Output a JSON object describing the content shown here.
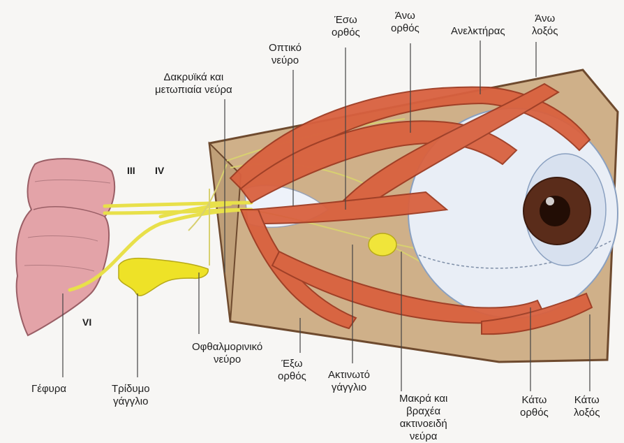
{
  "labels": {
    "eso_orthos": "Έσω\nορθός",
    "ano_orthos": "Άνω\nορθός",
    "anelktiras": "Ανελκτήρας",
    "ano_loxos": "Άνω\nλοξός",
    "optiko_neuro": "Οπτικό\nνεύρο",
    "dakryika": "Δακρυϊκά και\nμετωπιαία νεύρα",
    "gefyra": "Γέφυρα",
    "tridymo": "Τρίδυμο\nγάγγλιο",
    "ofthalmoriniko": "Οφθαλμορινικό\nνεύρο",
    "exo_orthos": "Έξω\nορθός",
    "aktinoto": "Ακτινωτό\nγάγγλιο",
    "makra": "Μακρά και\nβραχέα\nακτινοειδή\nνεύρα",
    "kato_orthos": "Κάτω\nορθός",
    "kato_loxos": "Κάτω\nλοξός"
  },
  "nerves": {
    "iii": "III",
    "iv": "IV",
    "vi": "VI"
  },
  "colors": {
    "muscle": "#d9613f",
    "nerve": "#e8e04a",
    "orbit": "#c9ab83",
    "brainstem": "#e3a3a8",
    "eyeball": "#e9eef6",
    "iris": "#5a2c1a"
  }
}
